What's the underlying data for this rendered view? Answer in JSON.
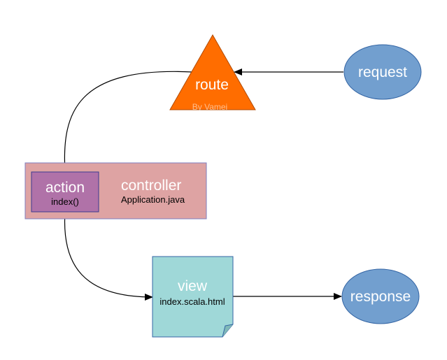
{
  "nodes": {
    "route": {
      "label": "route",
      "watermark": "By Vamei",
      "color": "#ff6d00"
    },
    "request": {
      "label": "request",
      "color": "#729fcf"
    },
    "controller": {
      "label": "controller",
      "subtitle": "Application.java",
      "color": "#dea3a3"
    },
    "action": {
      "label": "action",
      "subtitle": "index()",
      "color": "#b072a8"
    },
    "view": {
      "label": "view",
      "subtitle": "index.scala.html",
      "color": "#9fd8d8"
    },
    "response": {
      "label": "response",
      "color": "#729fcf"
    }
  },
  "edges": [
    {
      "from": "request",
      "to": "route"
    },
    {
      "from": "route",
      "to": "action"
    },
    {
      "from": "action",
      "to": "view"
    },
    {
      "from": "view",
      "to": "response"
    }
  ]
}
